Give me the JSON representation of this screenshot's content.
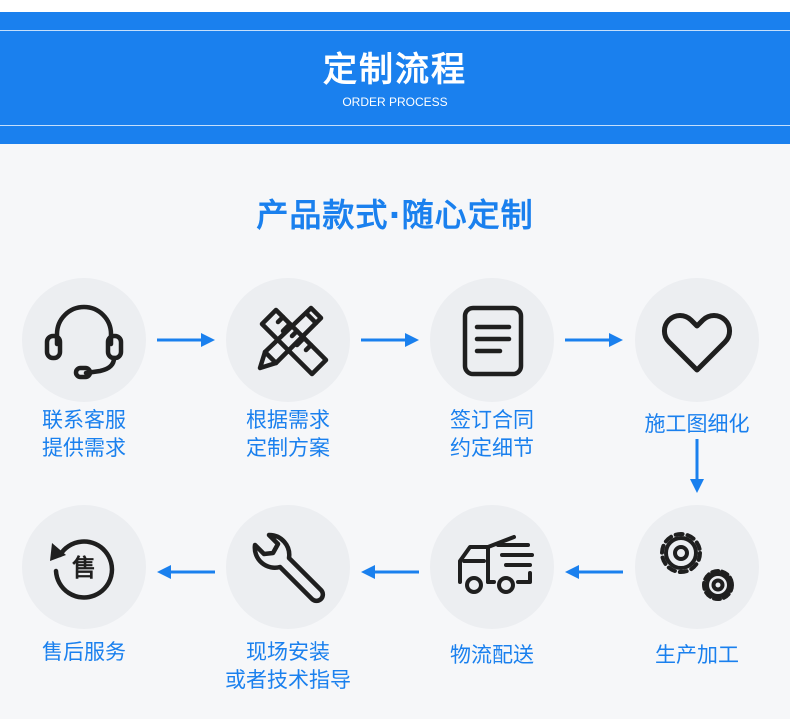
{
  "header": {
    "title": "定制流程",
    "subtitle": "ORDER PROCESS"
  },
  "slogan": "产品款式·随心定制",
  "colors": {
    "accent": "#1a80ee",
    "icon": "#1f1f1f",
    "circle": "#eceef1",
    "background": "#f6f7f9"
  },
  "steps": [
    {
      "icon": "headset-icon",
      "line1": "联系客服",
      "line2": "提供需求"
    },
    {
      "icon": "pencil-ruler-icon",
      "line1": "根据需求",
      "line2": "定制方案"
    },
    {
      "icon": "document-icon",
      "line1": "签订合同",
      "line2": "约定细节"
    },
    {
      "icon": "heart-icon",
      "line1": "施工图细化",
      "line2": ""
    },
    {
      "icon": "gears-icon",
      "line1": "生产加工",
      "line2": ""
    },
    {
      "icon": "delivery-truck-icon",
      "line1": "物流配送",
      "line2": ""
    },
    {
      "icon": "wrench-icon",
      "line1": "现场安装",
      "line2": "或者技术指导"
    },
    {
      "icon": "after-sales-icon",
      "line1": "售后服务",
      "line2": "",
      "badge": "售"
    }
  ]
}
